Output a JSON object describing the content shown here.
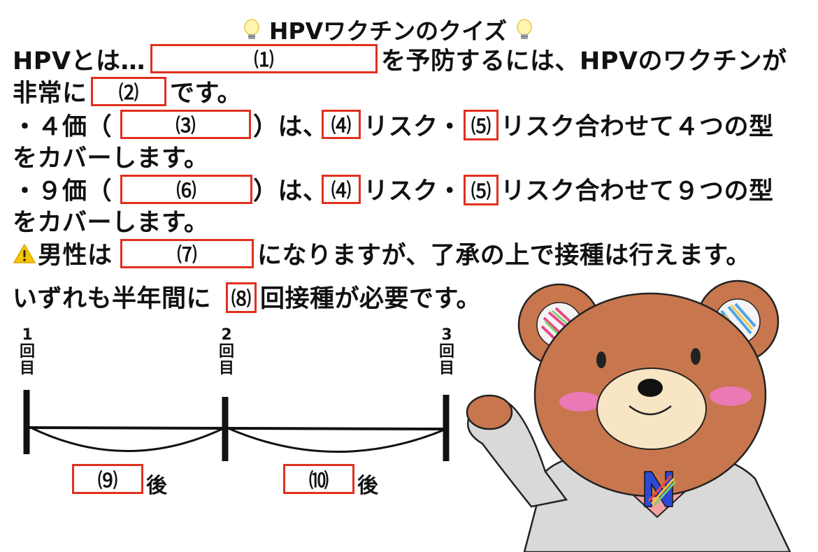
{
  "title": "HPVワクチンのクイズ",
  "lines": {
    "l1_pre": "HPVとは…",
    "l1_post": "を予防するには、HPVのワクチンが",
    "l2_pre": "非常に",
    "l2_post": "です。",
    "l3_pre": "・４価（",
    "l3_mid": "）は、",
    "l3_risk1": "リスク・",
    "l3_post": "リスク合わせて４つの型",
    "l4": "をカバーします。",
    "l5_pre": "・９価（",
    "l5_mid": "）は、",
    "l5_risk1": "リスク・",
    "l5_post": "リスク合わせて９つの型",
    "l6": "をカバーします。",
    "l7_pre": "男性は",
    "l7_post": "になりますが、了承の上で接種は行えます。",
    "l8_pre": "いずれも半年間に",
    "l8_post": "回接種が必要です。"
  },
  "blanks": [
    "⑴",
    "⑵",
    "⑶",
    "⑷",
    "⑸",
    "⑹",
    "⑺",
    "⑻",
    "⑼",
    "⑽"
  ],
  "timeline": {
    "dose1": "1\n回\n目",
    "dose2": "2\n回\n目",
    "dose3": "3\n回\n目",
    "after": "後"
  },
  "icons": {
    "title": "light-bulb-icon",
    "warning": "warning-icon",
    "mascot": "bear-mascot"
  },
  "colors": {
    "accent": "#e0301e",
    "bear": "#c8764e",
    "suit": "#d9d9d9"
  }
}
